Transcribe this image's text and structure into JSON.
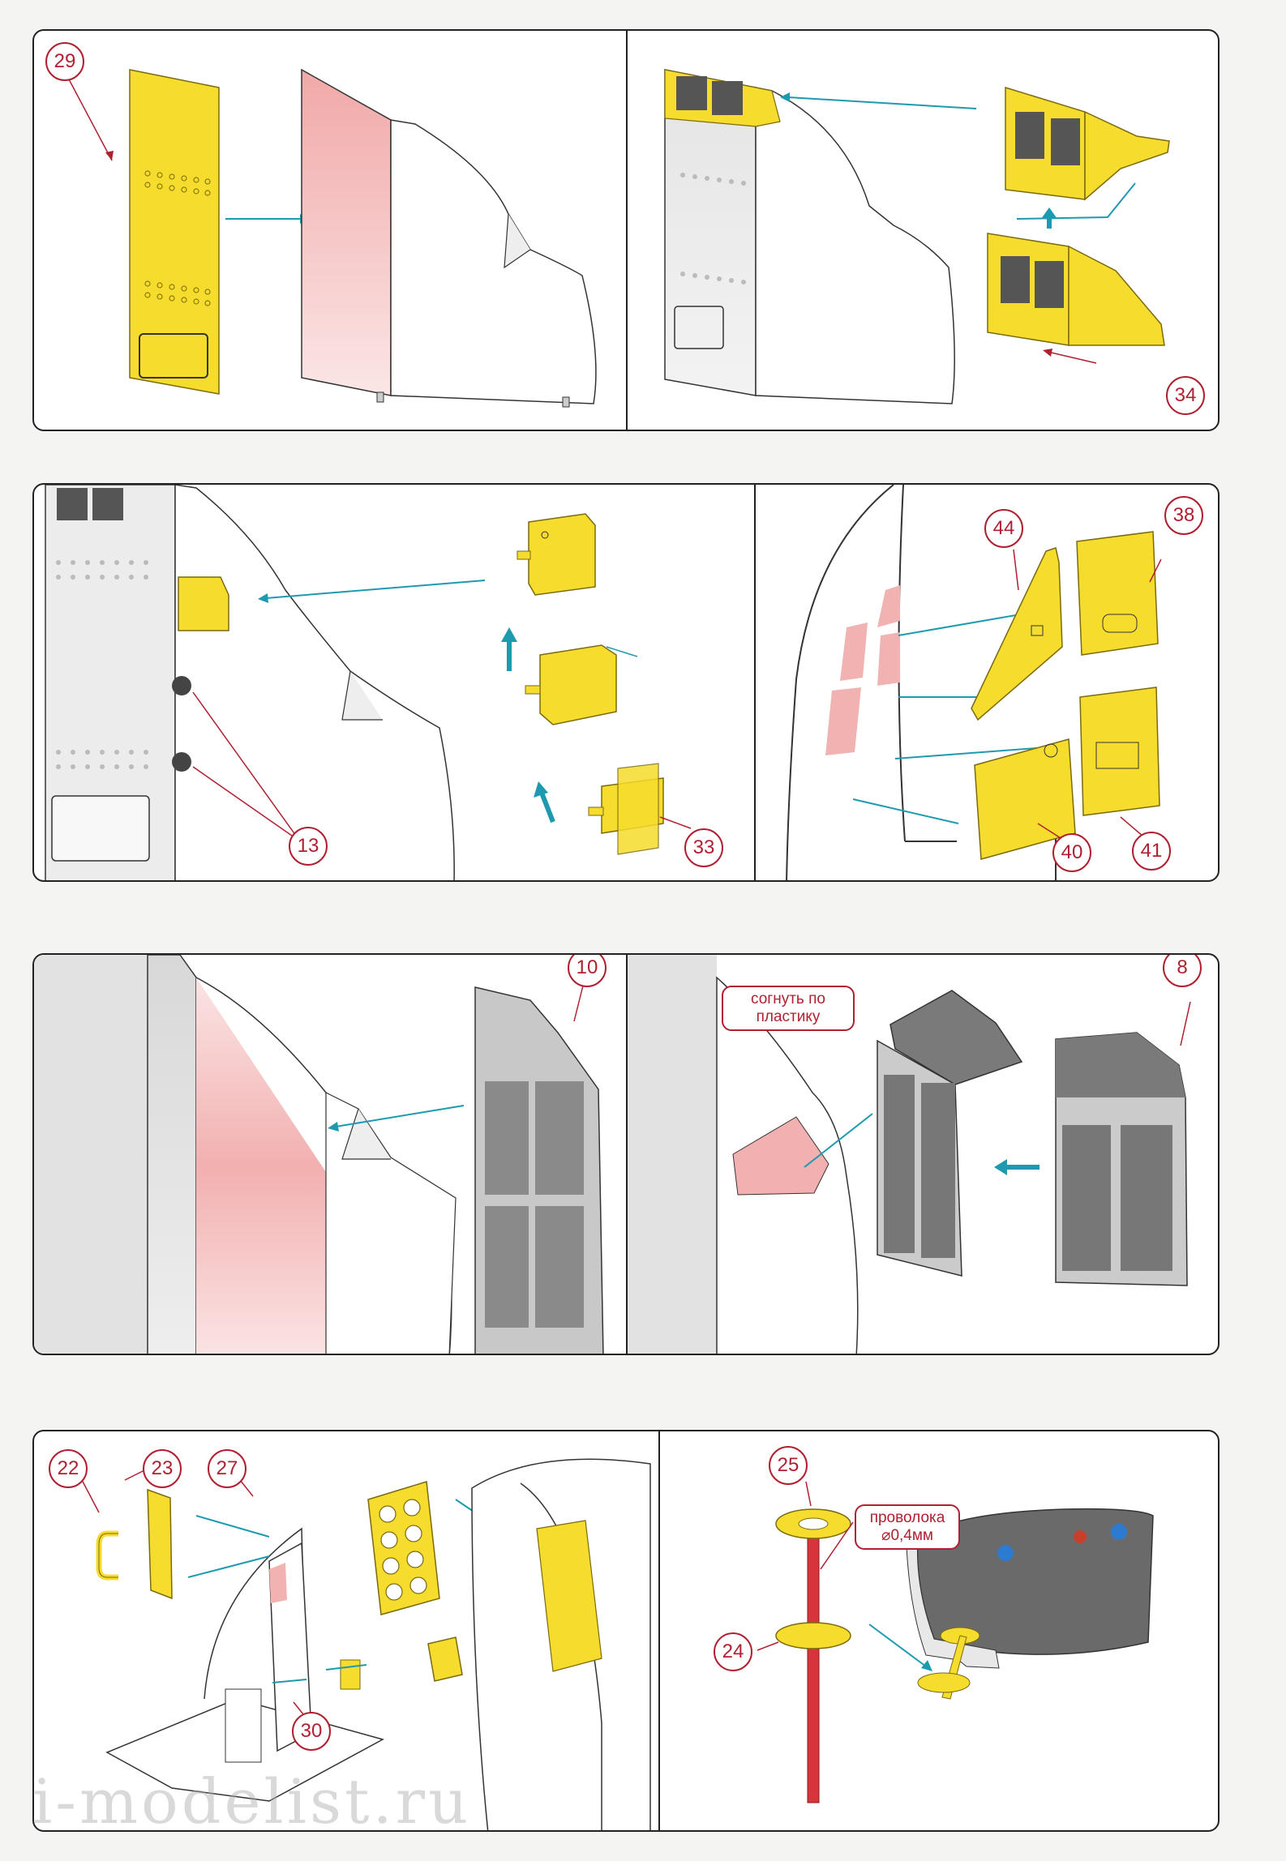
{
  "colors": {
    "part_yellow": "#f6dc2c",
    "target_pink": "#f1b2b2",
    "arrow_teal": "#1e9ab0",
    "callout_red": "#b02030",
    "wire_red": "#d8343c"
  },
  "panel1": {
    "left": {
      "part_number": "29"
    },
    "right": {
      "part_number": "34"
    }
  },
  "panel2": {
    "left": {
      "part_numbers": [
        "13",
        "33"
      ]
    },
    "right": {
      "part_numbers": [
        "44",
        "38",
        "40",
        "41"
      ]
    }
  },
  "panel3": {
    "left": {
      "part_number": "10"
    },
    "right": {
      "part_number": "8",
      "note": "согнуть по пластику"
    }
  },
  "panel4": {
    "left": {
      "part_numbers": [
        "22",
        "23",
        "27",
        "30"
      ]
    },
    "right": {
      "part_numbers": [
        "25",
        "24"
      ],
      "note": "проволока ⌀0,4мм"
    }
  },
  "watermark": "i-modelist.ru"
}
